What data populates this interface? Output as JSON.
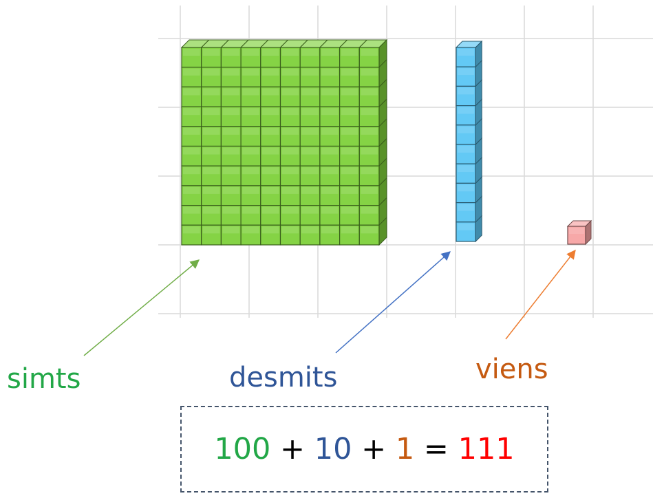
{
  "labels": {
    "hundreds": "simts",
    "tens": "desmits",
    "ones": "viens"
  },
  "equation": {
    "hundreds_value": "100",
    "plus1": " + ",
    "tens_value": "10",
    "plus2": " + ",
    "ones_value": "1",
    "equals": " = ",
    "total": "111"
  },
  "colors": {
    "hundreds": "#22a747",
    "tens": "#2f5597",
    "ones": "#c55a11",
    "total": "#ff0000",
    "hundreds_block": "#7fd13b",
    "tens_block": "#5bc6f4",
    "ones_block": "#f7a3a3",
    "arrow_green": "#70ad47",
    "arrow_blue": "#4472c4",
    "arrow_orange": "#ed7d31",
    "grid": "#d9d9d9",
    "box_border": "#44546a"
  },
  "blocks": {
    "hundreds_count": 100,
    "tens_count": 10,
    "ones_count": 1
  }
}
